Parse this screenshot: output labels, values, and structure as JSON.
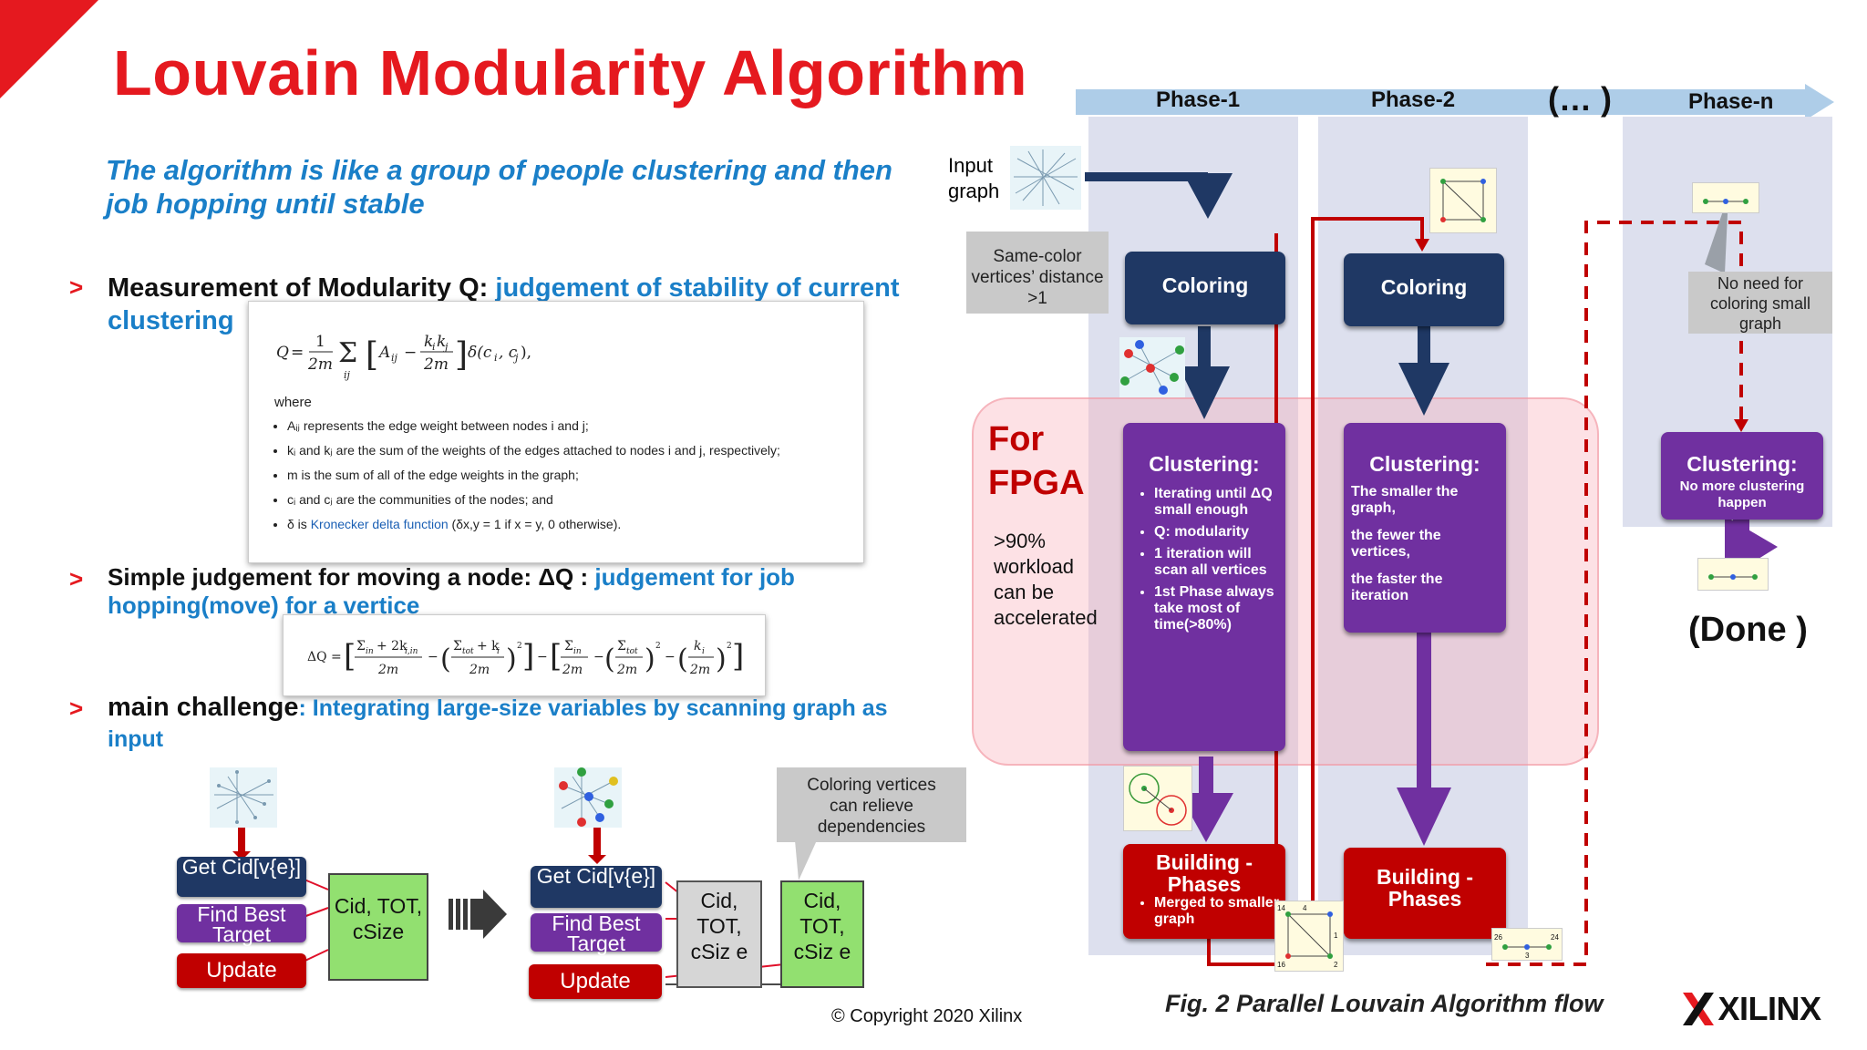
{
  "title": "Louvain Modularity Algorithm",
  "subtitle": "The algorithm is like a group of people clustering and then job hopping until stable",
  "bullets": [
    {
      "mark": ">",
      "lead": "Measurement of Modularity Q: ",
      "highlight": "judgement of stability of current clustering"
    },
    {
      "mark": ">",
      "lead": "Simple judgement for moving a node: ΔQ  : ",
      "highlight": "judgement for job hopping(move) for a vertice"
    },
    {
      "mark": ">",
      "lead": "main challenge",
      "highlight": ": Integrating large-size variables  by scanning graph as input"
    }
  ],
  "formula_q": {
    "where": "where",
    "items": [
      "Aᵢⱼ represents the edge weight between nodes i and j;",
      "kᵢ and kⱼ are the sum of the weights of the edges attached to nodes i and j, respectively;",
      "m is the sum of all of the edge weights in the graph;",
      "cᵢ and cⱼ are the communities of the nodes; and"
    ],
    "delta_prefix": "δ is ",
    "delta_link": "Kronecker delta function",
    "delta_suffix": " (δx,y = 1 if x = y, 0 otherwise)."
  },
  "left_diagram": {
    "get_cid": "Get Cid[v{e}]",
    "find_best": "Find Best Target",
    "update": "Update",
    "store": "Cid, TOT, cSize",
    "store_grey": "Cid, TOT, cSiz e",
    "store_green2": "Cid, TOT, cSiz e",
    "callout": "Coloring vertices can relieve dependencies"
  },
  "flow": {
    "phases": [
      "Phase-1",
      "Phase-2",
      "(… )",
      "Phase-n"
    ],
    "input_graph": "Input graph",
    "same_color_note": "Same-color vertices’ distance >1",
    "coloring": "Coloring",
    "no_need": "No need for coloring small graph",
    "fpga_title": "For FPGA",
    "fpga_note": ">90% workload can be accelerated",
    "clustering_title": "Clustering:",
    "clustering1_items": [
      "Iterating until ΔQ small enough",
      "Q: modularity",
      "1 iteration will scan all vertices",
      "1st Phase always take most of time(>80%)"
    ],
    "clustering2_lines": [
      "The smaller the graph,",
      "the fewer the vertices,",
      "the faster the iteration"
    ],
    "clustering_n": "No more clustering happen",
    "building1_title": "Building -Phases",
    "building1_item": "Merged to smaller graph",
    "building2_title": "Building -Phases",
    "done": "(Done )",
    "mini_nums": {
      "a": "26",
      "b": "3",
      "c": "24",
      "d": "14",
      "e": "4",
      "f": "1",
      "g": "16",
      "h": "2"
    }
  },
  "copyright": "© Copyright 2020 Xilinx",
  "figure_caption": "Fig. 2 Parallel Louvain Algorithm flow",
  "logo": "XILINX",
  "colors": {
    "title_red": "#e5191f",
    "accent_blue": "#1a7fc8",
    "navy": "#1f3864",
    "purple": "#7030a0",
    "dark_red": "#c00000"
  }
}
